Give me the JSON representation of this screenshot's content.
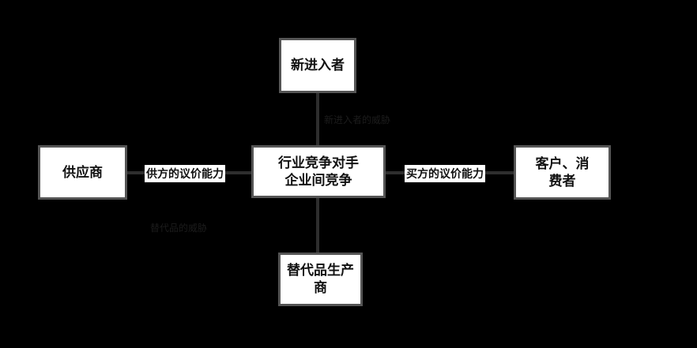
{
  "nodes": {
    "new_entrants": "新进入者",
    "center_line1": "行业竞争对手",
    "center_line2": "企业间竞争",
    "suppliers": "供应商",
    "customers_line1": "客户、消",
    "customers_line2": "费者",
    "substitutes_line1": "替代品生产",
    "substitutes_line2": "商"
  },
  "edges": {
    "supplier_power": "供方的议价能力",
    "buyer_power": "买方的议价能力",
    "new_entrant_threat": "新进入者的威胁",
    "substitute_threat": "替代品的威胁"
  }
}
